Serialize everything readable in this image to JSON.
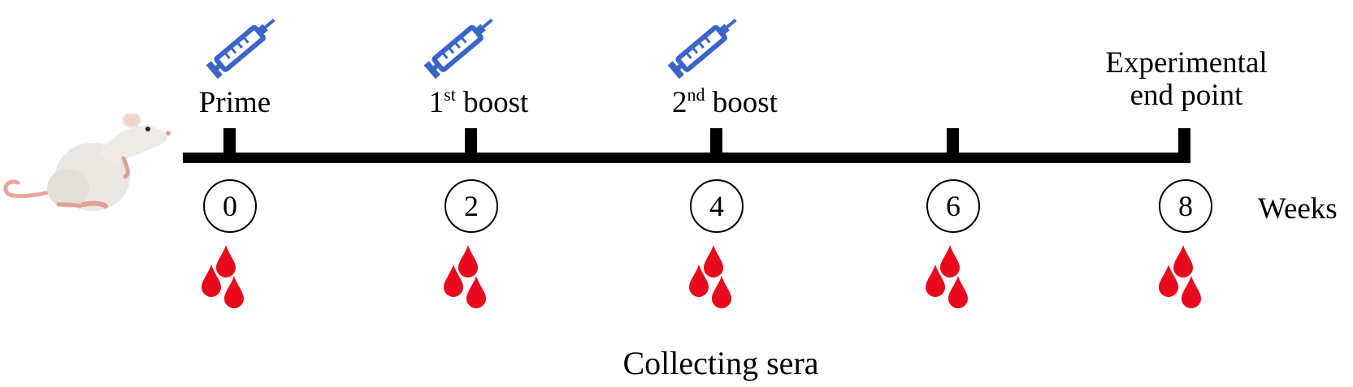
{
  "events": [
    {
      "label": "Prime",
      "sup": "",
      "suffix": ""
    },
    {
      "label": "1",
      "sup": "st",
      "suffix": " boost"
    },
    {
      "label": "2",
      "sup": "nd",
      "suffix": " boost"
    },
    {
      "label": "",
      "sup": "",
      "suffix": ""
    },
    {
      "label": "Experimental",
      "sup": "",
      "suffix": "",
      "line2": "end point"
    }
  ],
  "weeks": [
    "0",
    "2",
    "4",
    "6",
    "8"
  ],
  "weeks_unit": "Weeks",
  "caption": "Collecting sera",
  "colors": {
    "syringe": "#3a64c8",
    "blood": "#e8091d",
    "timeline": "#000000"
  },
  "icons": {
    "subject": "rat-icon",
    "injection": "syringe-icon",
    "sample": "blood-drops-icon"
  }
}
